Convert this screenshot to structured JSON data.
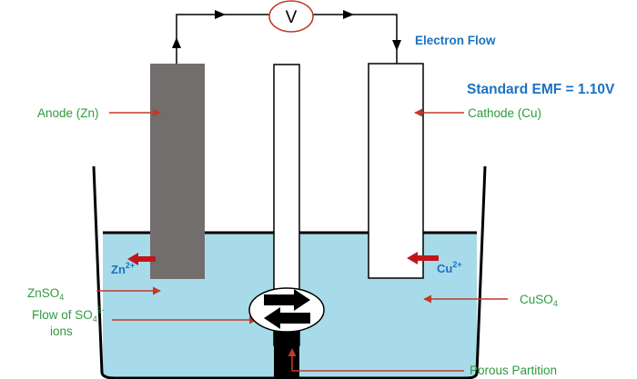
{
  "diagram": {
    "voltmeter_label": "V",
    "electron_flow_label": "Electron Flow",
    "emf_label": "Standard EMF = 1.10V",
    "anode_label": "Anode (Zn)",
    "cathode_label": "Cathode (Cu)",
    "zn_ion": {
      "symbol": "Zn",
      "charge": "2+"
    },
    "cu_ion": {
      "symbol": "Cu",
      "charge": "2+"
    },
    "znso4": {
      "main": "ZnSO",
      "sub": "4"
    },
    "cuso4": {
      "main": "CuSO",
      "sub": "4"
    },
    "flow_label": {
      "prefix": "Flow of SO",
      "sub": "4",
      "sup": "2-",
      "line2": "ions"
    },
    "porous_partition_label": "Porous Partition",
    "colors": {
      "solution": "#a8dbe9",
      "anode": "#726e6d",
      "electrode_outline": "#000000",
      "green_text": "#2e9b3e",
      "blue_text": "#1b72c0",
      "red_arrow": "#c0392b",
      "ion_arrow": "#c0161b"
    }
  }
}
